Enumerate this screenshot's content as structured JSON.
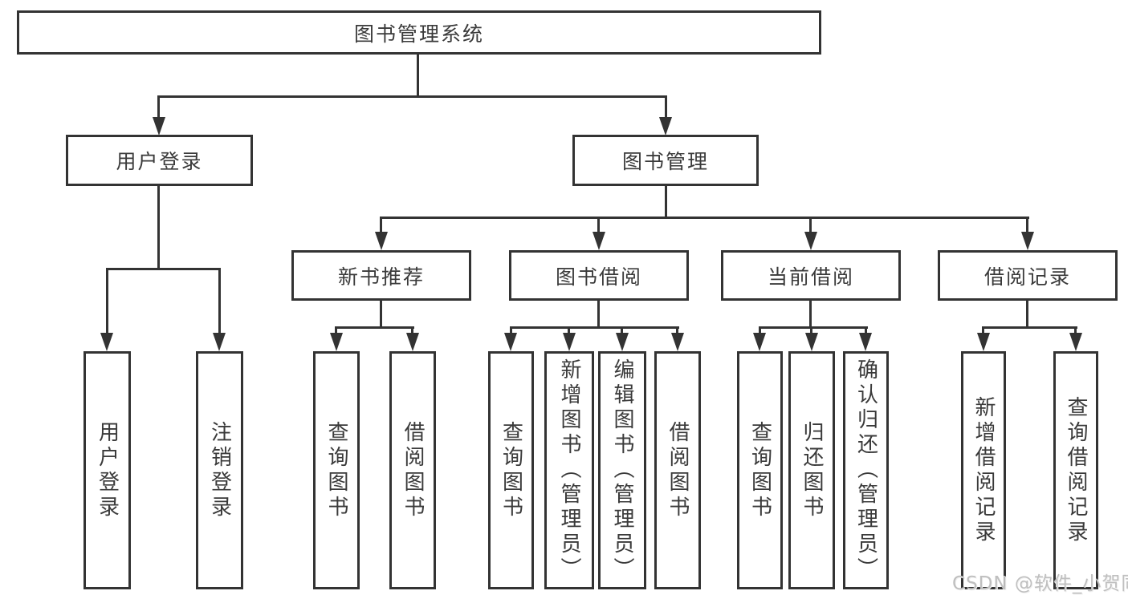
{
  "tree": {
    "root": {
      "label": "图书管理系统",
      "children": [
        {
          "label": "用户登录",
          "children": [
            {
              "label": "用户登录"
            },
            {
              "label": "注销登录"
            }
          ]
        },
        {
          "label": "图书管理",
          "children": [
            {
              "label": "新书推荐",
              "children": [
                {
                  "label": "查询图书"
                },
                {
                  "label": "借阅图书"
                }
              ]
            },
            {
              "label": "图书借阅",
              "children": [
                {
                  "label": "查询图书"
                },
                {
                  "label": "新增图书（管理员）"
                },
                {
                  "label": "编辑图书（管理员）"
                },
                {
                  "label": "借阅图书"
                }
              ]
            },
            {
              "label": "当前借阅",
              "children": [
                {
                  "label": "查询图书"
                },
                {
                  "label": "归还图书"
                },
                {
                  "label": "确认归还（管理员）"
                }
              ]
            },
            {
              "label": "借阅记录",
              "children": [
                {
                  "label": "新增借阅记录"
                },
                {
                  "label": "查询借阅记录"
                }
              ]
            }
          ]
        }
      ]
    }
  },
  "watermark": {
    "text": "CSDN @软件_小贺同学"
  },
  "colors": {
    "line": "#333333",
    "box_border": "#333333",
    "text": "#3a3a3a",
    "background": "#ffffff",
    "watermark": "#bfbfbf"
  }
}
